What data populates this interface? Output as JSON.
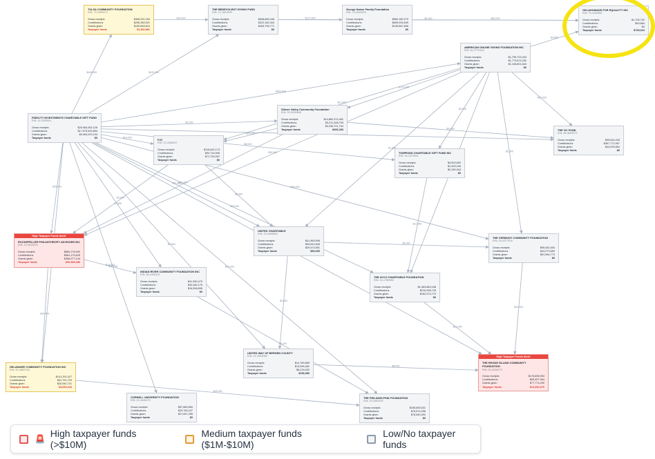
{
  "colors": {
    "high_fill": "#ffe6e6",
    "high_border": "#e89a9a",
    "high_alert": "#e9463f",
    "medium_fill": "#fff8d6",
    "medium_border": "#e8c65a",
    "low_fill": "#f3f4f6",
    "low_border": "#c9ced6",
    "edge": "#a7b2c2",
    "highlight": "#f6e312",
    "taxpayer_red": "#d93a30"
  },
  "row_labels": {
    "gross": "Gross receipts",
    "contributions": "Contributions",
    "grants": "Grants given",
    "taxpayer": "Taxpayer funds"
  },
  "alert_text": "High Taxpayer Funds Alert!",
  "nodes": [
    {
      "id": "tulsa",
      "name": "TULSA COMMUNITY FOUNDATION",
      "ein": "EIN: 73-1554474",
      "tier": "medium",
      "gross": "$308,291,294",
      "contributions": "$296,389,521",
      "grants": "$105,848,824",
      "taxpayer": "$1,352,881"
    },
    {
      "id": "benevolence",
      "name": "THE BENEVOLENT GIVING FUND",
      "ein": "EIN: 47-1501999",
      "tier": "low",
      "gross": "$548,865,446",
      "contributions": "$222,182,404",
      "grants": "$405,796,771",
      "taxpayer": "$0"
    },
    {
      "id": "kaiser",
      "name": "George Kaiser Family Foundation",
      "ein": "EIN: 73-1624919",
      "tier": "low",
      "gross": "$560,180,279",
      "contributions": "$699,994,639",
      "grants": "$139,867,808",
      "taxpayer": "$0"
    },
    {
      "id": "oklahomans",
      "name": "OKLAHOMANS FOR EQUALITY INC",
      "ein": "EIN: 73-1162984",
      "tier": "low",
      "gross": "$1,705,702",
      "contributions": "$53,864",
      "grants": "$0",
      "taxpayer": "$728,024"
    },
    {
      "id": "amonline",
      "name": "AMERICAN ONLINE GIVING FOUNDATION INC",
      "ein": "EIN: 81-0770344",
      "tier": "low",
      "gross": "$1,795,723,433",
      "contributions": "$1,773,674,290",
      "grants": "$1,108,801,843",
      "taxpayer": "$0"
    },
    {
      "id": "fidelity",
      "name": "FIDELITY INVESTMENTS CHARITABLE GIFT FUND",
      "ein": "EIN: 11-0303001",
      "tier": "low",
      "gross": "$20,964,062,126",
      "contributions": "$17,675,549,854",
      "grants": "$9,484,029,194",
      "taxpayer": "$0"
    },
    {
      "id": "siliconvalley",
      "name": "Silicon Valley Community Foundation",
      "ein": "EIN: 20-5205488",
      "tier": "low",
      "gross": "$14,862,374,461",
      "contributions": "$3,211,348,793",
      "grants": "$3,335,701,794",
      "taxpayer": "$452,283"
    },
    {
      "id": "thegc",
      "name": "THE GC FUND",
      "ein": "EIN: 85-3693071",
      "tier": "low",
      "gross": "$35,644,433",
      "contributions": "$367,772,957",
      "grants": "$44,093,854",
      "taxpayer": "$0"
    },
    {
      "id": "fjc",
      "name": "FJC",
      "ein": "EIN: 13-3346527",
      "tier": "low",
      "gross": "$116,602,173",
      "contributions": "$94,716,905",
      "grants": "$71,790,057",
      "taxpayer": "$0"
    },
    {
      "id": "tompkins",
      "name": "TOMPKINS CHARITABLE GIFT FUND INC",
      "ein": "EIN: 16-1573591",
      "tier": "low",
      "gross": "$3,503,600",
      "contributions": "$1,993,165",
      "grants": "$2,159,918",
      "taxpayer": "$0"
    },
    {
      "id": "rockefeller",
      "name": "ROCKEFELLER PHILANTHROPY ADVISORS INC",
      "ein": "EIN: 13-3615533",
      "tier": "high",
      "gross": "$860,178,909",
      "contributions": "$581,179,625",
      "grants": "$366,077,144",
      "taxpayer": "$20,383,286"
    },
    {
      "id": "unitedch",
      "name": "UNITED CHARITABLE",
      "ein": "EIN: 20-1696650",
      "tier": "low",
      "gross": "$41,969,508",
      "contributions": "$30,810,549",
      "grants": "$29,474,551",
      "taxpayer": "$56,000"
    },
    {
      "id": "vermont",
      "name": "THE VERMONT COMMUNITY FOUNDATION",
      "ein": "EIN: 03-0227109",
      "tier": "low",
      "gross": "$95,062,400",
      "contributions": "$44,073,659",
      "grants": "$51,984,773",
      "taxpayer": "$0"
    },
    {
      "id": "indianriver",
      "name": "INDIAN RIVER COMMUNITY FOUNDATION INC",
      "ein": "EIN: 65-1096157",
      "tier": "low",
      "gross": "$41,390,470",
      "contributions": "$34,484,176",
      "grants": "$16,598,896",
      "taxpayer": "$0"
    },
    {
      "id": "ayco",
      "name": "THE AYCO CHARITABLE FOUNDATION",
      "ein": "EIN: 14-1780980",
      "tier": "low",
      "gross": "$1,063,863,158",
      "contributions": "$210,008,725",
      "grants": "$182,374,770",
      "taxpayer": "$0"
    },
    {
      "id": "delaware",
      "name": "DELAWARE COMMUNITY FOUNDATION INC",
      "ein": "EIN: 51-1862105",
      "tier": "medium",
      "gross": "$141,291,027",
      "contributions": "$31,791,729",
      "grants": "$26,940,721",
      "taxpayer": "$3,665,444"
    },
    {
      "id": "bergen",
      "name": "UNITED WAY OF BERGEN COUNTY",
      "ein": "EIN: 22-1603083",
      "tier": "low",
      "gross": "$14,789,869",
      "contributions": "$13,595,481",
      "grants": "$6,215,632",
      "taxpayer": "$156,080"
    },
    {
      "id": "rhodeisland",
      "name": "THE RHODE ISLAND COMMUNITY FOUNDATION",
      "ein": "EIN: 05-0208270",
      "tier": "high",
      "gross": "$176,898,954",
      "contributions": "$93,907,964",
      "grants": "$77,774,290",
      "taxpayer": "$12,052,376"
    },
    {
      "id": "cornell",
      "name": "CORNELL UNIVERSITY FOUNDATION",
      "ein": "EIN: 22-1646170",
      "tier": "low",
      "gross": "$57,865,850",
      "contributions": "$29,765,247",
      "grants": "$27,657,296",
      "taxpayer": "$0"
    },
    {
      "id": "philadelphia",
      "name": "THE PHILADELPHIA FOUNDATION",
      "ein": "EIN: 23-1581832",
      "tier": "low",
      "gross": "$195,655,531",
      "contributions": "$76,574,258",
      "grants": "$76,640,092",
      "taxpayer": "$0"
    }
  ],
  "edges": [
    {
      "from": "tulsa",
      "to": "benevolence",
      "label": "$34,000"
    },
    {
      "from": "benevolence",
      "to": "kaiser",
      "label": "$127,000"
    },
    {
      "from": "kaiser",
      "to": "oklahomans",
      "label": "$50,000"
    },
    {
      "from": "benevolence",
      "to": "oklahomans",
      "label": "$4,200"
    },
    {
      "from": "amonline",
      "to": "oklahomans",
      "label": "$3,600"
    },
    {
      "from": "fidelity",
      "to": "tulsa",
      "label": "$445,200"
    },
    {
      "from": "fidelity",
      "to": "benevolence",
      "label": "$220,020"
    },
    {
      "from": "fidelity",
      "to": "amonline",
      "label": "$500,000"
    },
    {
      "from": "fidelity",
      "to": "siliconvalley",
      "label": "$1,000"
    },
    {
      "from": "fidelity",
      "to": "thegc",
      "label": "$2,250"
    },
    {
      "from": "fidelity",
      "to": "fjc",
      "label": "$14,000"
    },
    {
      "from": "fidelity",
      "to": "tompkins",
      "label": "$8,510"
    },
    {
      "from": "fidelity",
      "to": "unitedch",
      "label": "$12,000"
    },
    {
      "from": "fidelity",
      "to": "vermont",
      "label": "$45,000"
    },
    {
      "from": "fidelity",
      "to": "rockefeller",
      "label": "$25,000"
    },
    {
      "from": "fidelity",
      "to": "indianriver",
      "label": "$7,500"
    },
    {
      "from": "fidelity",
      "to": "ayco",
      "label": "$25,000"
    },
    {
      "from": "fidelity",
      "to": "delaware",
      "label": "$1,200"
    },
    {
      "from": "fidelity",
      "to": "bergen",
      "label": "$2,500"
    },
    {
      "from": "fidelity",
      "to": "cornell",
      "label": "$35,000"
    },
    {
      "from": "fidelity",
      "to": "philadelphia",
      "label": "$10,000"
    },
    {
      "from": "fidelity",
      "to": "rhodeisland",
      "label": "$5,000"
    },
    {
      "from": "amonline",
      "to": "siliconvalley",
      "label": "$170,000"
    },
    {
      "from": "amonline",
      "to": "fjc",
      "label": "$12,000"
    },
    {
      "from": "amonline",
      "to": "thegc",
      "label": "$20,000"
    },
    {
      "from": "amonline",
      "to": "tompkins",
      "label": "$3,000"
    },
    {
      "from": "amonline",
      "to": "unitedch",
      "label": "$1,500"
    },
    {
      "from": "amonline",
      "to": "vermont",
      "label": "$2,500"
    },
    {
      "from": "amonline",
      "to": "ayco",
      "label": "$6,000"
    },
    {
      "from": "amonline",
      "to": "rockefeller",
      "label": "$30,500"
    },
    {
      "from": "siliconvalley",
      "to": "fjc",
      "label": "$24,175"
    },
    {
      "from": "siliconvalley",
      "to": "thegc",
      "label": "$1,000"
    },
    {
      "from": "fjc",
      "to": "unitedch",
      "label": "$2,690"
    },
    {
      "from": "tompkins",
      "to": "ayco",
      "label": "$12,250"
    },
    {
      "from": "unitedch",
      "to": "vermont",
      "label": "$4,000"
    },
    {
      "from": "unitedch",
      "to": "bergen",
      "label": "$3,000"
    },
    {
      "from": "vermont",
      "to": "rhodeisland",
      "label": "$22,000"
    },
    {
      "from": "ayco",
      "to": "rhodeisland",
      "label": "$12,000"
    },
    {
      "from": "rockefeller",
      "to": "delaware",
      "label": "$24,000"
    },
    {
      "from": "rockefeller",
      "to": "indianriver",
      "label": "$15,000"
    },
    {
      "from": "delaware",
      "to": "philadelphia",
      "label": "$25,000"
    },
    {
      "from": "indianriver",
      "to": "philadelphia",
      "label": "$4,200"
    },
    {
      "from": "fjc",
      "to": "rockefeller",
      "label": "$3,000"
    },
    {
      "from": "siliconvalley",
      "to": "rockefeller",
      "label": "$18,000"
    },
    {
      "from": "bergen",
      "to": "rhodeisland",
      "label": "$8,000"
    }
  ],
  "legend": {
    "high": "High taxpayer funds (>$10M)",
    "medium": "Medium taxpayer funds ($1M-$10M)",
    "low": "Low/No taxpayer funds"
  }
}
